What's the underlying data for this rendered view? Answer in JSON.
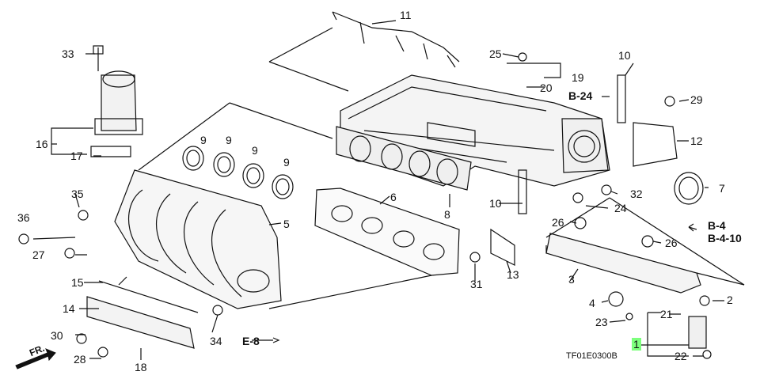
{
  "callouts": [
    {
      "id": "1",
      "text": "1",
      "highlight": true
    },
    {
      "id": "2",
      "text": "2"
    },
    {
      "id": "3",
      "text": "3"
    },
    {
      "id": "4",
      "text": "4"
    },
    {
      "id": "5",
      "text": "5"
    },
    {
      "id": "6",
      "text": "6"
    },
    {
      "id": "7",
      "text": "7"
    },
    {
      "id": "8",
      "text": "8"
    },
    {
      "id": "9a",
      "text": "9"
    },
    {
      "id": "9b",
      "text": "9"
    },
    {
      "id": "9c",
      "text": "9"
    },
    {
      "id": "9d",
      "text": "9"
    },
    {
      "id": "10a",
      "text": "10"
    },
    {
      "id": "10b",
      "text": "10"
    },
    {
      "id": "11",
      "text": "11"
    },
    {
      "id": "12",
      "text": "12"
    },
    {
      "id": "13",
      "text": "13"
    },
    {
      "id": "14",
      "text": "14"
    },
    {
      "id": "15",
      "text": "15"
    },
    {
      "id": "16",
      "text": "16"
    },
    {
      "id": "17",
      "text": "17"
    },
    {
      "id": "18",
      "text": "18"
    },
    {
      "id": "19",
      "text": "19"
    },
    {
      "id": "20",
      "text": "20"
    },
    {
      "id": "21",
      "text": "21"
    },
    {
      "id": "22",
      "text": "22"
    },
    {
      "id": "23",
      "text": "23"
    },
    {
      "id": "24",
      "text": "24"
    },
    {
      "id": "25",
      "text": "25"
    },
    {
      "id": "26a",
      "text": "26"
    },
    {
      "id": "26b",
      "text": "26"
    },
    {
      "id": "27",
      "text": "27"
    },
    {
      "id": "28",
      "text": "28"
    },
    {
      "id": "29",
      "text": "29"
    },
    {
      "id": "30",
      "text": "30"
    },
    {
      "id": "31",
      "text": "31"
    },
    {
      "id": "32",
      "text": "32"
    },
    {
      "id": "33",
      "text": "33"
    },
    {
      "id": "34",
      "text": "34"
    },
    {
      "id": "35",
      "text": "35"
    },
    {
      "id": "36",
      "text": "36"
    }
  ],
  "references": {
    "b24": "B-24",
    "b4": "B-4",
    "b410": "B-4-10",
    "e8": "E-8"
  },
  "direction": "FR.",
  "diagram_code": "TF01E0300B"
}
